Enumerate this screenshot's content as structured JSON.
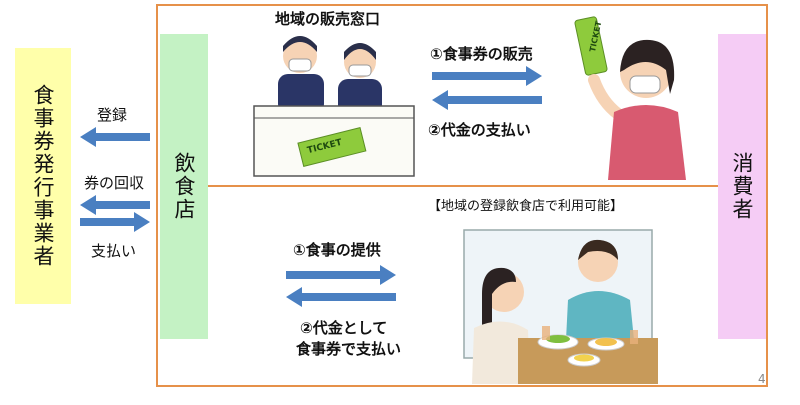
{
  "actors": {
    "issuer": "食事券発行事業者",
    "restaurant": "飲食店",
    "consumer": "消費者"
  },
  "left_flows": {
    "register": "登録",
    "collect": "券の回収",
    "payment": "支払い"
  },
  "top": {
    "window_title": "地域の販売窓口",
    "sale": "①食事券の販売",
    "payment": "②代金の支払い",
    "ticket_text": "TICKET"
  },
  "bottom": {
    "note": "【地域の登録飲食店で利用可能】",
    "provide": "①食事の提供",
    "pay_line1": "②代金として",
    "pay_line2": "食事券で支払い"
  },
  "page_number": "4",
  "colors": {
    "frame": "#e6914a",
    "arrow": "#4a7fc1",
    "issuer_bg": "#ffffaa",
    "restaurant_bg": "#c4f2c4",
    "consumer_bg": "#f5ccf5",
    "ticket": "#8ecb3c"
  }
}
